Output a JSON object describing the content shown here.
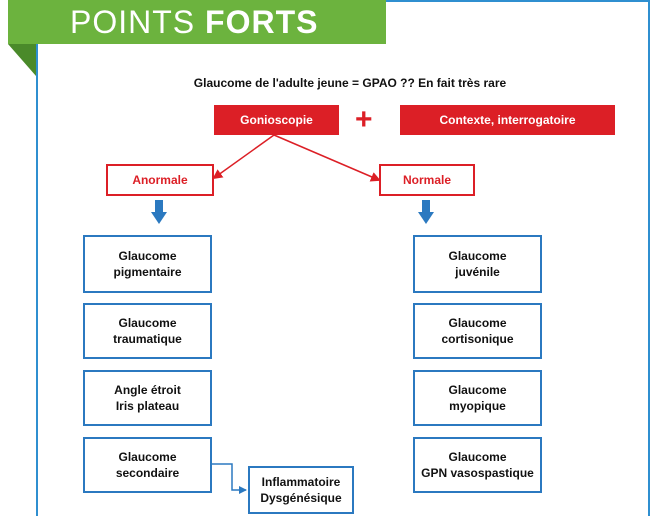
{
  "banner": {
    "light": "POINTS",
    "bold": "FORTS"
  },
  "heading": "Glaucome de l'adulte jeune = GPAO ?? En fait très rare",
  "top": {
    "left": "Gonioscopie",
    "plus": "+",
    "right": "Contexte, interrogatoire"
  },
  "branches": {
    "left": "Anormale",
    "right": "Normale"
  },
  "left_boxes": [
    {
      "line1": "Glaucome",
      "line2": "pigmentaire"
    },
    {
      "line1": "Glaucome",
      "line2": "traumatique"
    },
    {
      "line1": "Angle étroit",
      "line2": "Iris plateau"
    },
    {
      "line1": "Glaucome",
      "line2": "secondaire"
    }
  ],
  "sub_box": {
    "line1": "Inflammatoire",
    "line2": "Dysgénésique"
  },
  "right_boxes": [
    {
      "line1": "Glaucome",
      "line2": "juvénile"
    },
    {
      "line1": "Glaucome",
      "line2": "cortisonique"
    },
    {
      "line1": "Glaucome",
      "line2": "myopique"
    },
    {
      "line1": "Glaucome",
      "line2": "GPN vasospastique"
    }
  ],
  "colors": {
    "green": "#6cb33e",
    "red": "#dc1f26",
    "blue": "#2b79c0"
  }
}
